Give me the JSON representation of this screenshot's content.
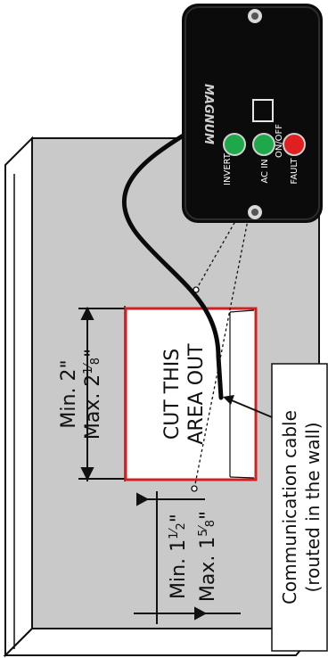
{
  "colors": {
    "wall": "#c9c9c9",
    "cutout_border": "#d42020",
    "panel_body": "#0b0b0b",
    "led_green": "#1ea84a",
    "led_red": "#e02020"
  },
  "cutout": {
    "label_line1": "CUT THIS",
    "label_line2": "AREA OUT"
  },
  "width_dimension": {
    "min": "Min. 2\"",
    "max": "Max. 2",
    "max_frac_num": "1",
    "max_frac_den": "8",
    "max_suffix": "\""
  },
  "height_dimension": {
    "min": "Min. 1",
    "min_frac_num": "1",
    "min_frac_den": "2",
    "min_suffix": "\"",
    "max": "Max. 1",
    "max_frac_num": "5",
    "max_frac_den": "8",
    "max_suffix": "\""
  },
  "cable_callout": {
    "line1": "Communication cable",
    "line2": "(routed in the wall)"
  },
  "panel": {
    "brand": "MAGNUM",
    "on_off": "ON/OFF",
    "invert": "INVERT",
    "ac_in": "AC IN",
    "fault": "FAULT"
  }
}
